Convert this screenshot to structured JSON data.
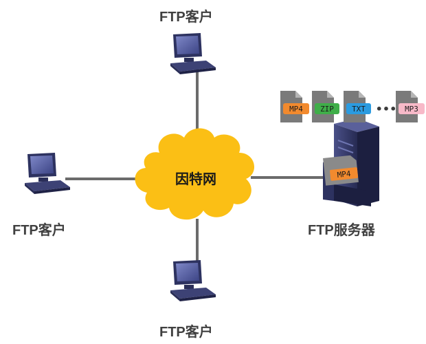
{
  "network": {
    "label": "因特网"
  },
  "clients": [
    {
      "label": "FTP客户"
    },
    {
      "label": "FTP客户"
    },
    {
      "label": "FTP客户"
    }
  ],
  "server": {
    "label": "FTP服务器",
    "file_on_server": "MP4"
  },
  "files": [
    {
      "label": "MP4",
      "color": "#f28a2e"
    },
    {
      "label": "ZIP",
      "color": "#3fae49"
    },
    {
      "label": "TXT",
      "color": "#2b9be0"
    },
    {
      "label": "MP3",
      "color": "#f7b9c8"
    }
  ],
  "ellipsis": "•••",
  "colors": {
    "cloud": "#fbbf15",
    "link": "#6b6b6b",
    "computer": "#3a3f6e"
  }
}
